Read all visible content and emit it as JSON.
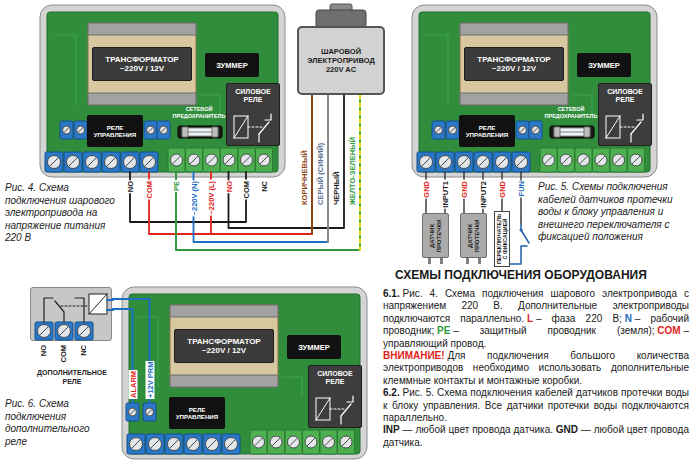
{
  "diagram": {
    "title": "СХЕМЫ ПОДКЛЮЧЕНИЯ ОБОРУДОВАНИЯ",
    "nodes": [
      {
        "text": [
          "ТРАНСФОРМАТОР ~220V / 12V"
        ]
      },
      {
        "text": [
          "ЗУММЕР"
        ]
      },
      {
        "text": [
          "СИЛОВОЕ РЕЛЕ"
        ]
      },
      {
        "text": [
          "РЕЛЕ УПРАВЛЕНИЯ"
        ]
      },
      {
        "text": [
          "ШАРОВОЙ ЭЛЕКТРОПРИВОД 220V AC"
        ]
      },
      {
        "text": [
          "ТРАНСФОРМАТОР ~220V / 12V"
        ]
      },
      {
        "text": [
          "ЗУММЕР"
        ]
      },
      {
        "text": [
          "СИЛОВОЕ РЕЛЕ"
        ]
      },
      {
        "text": [
          "РЕЛЕ УПРАВЛЕНИЯ"
        ]
      },
      {
        "text": [
          "ДАТЧИК ПРОТЕЧКИ"
        ]
      },
      {
        "text": [
          "ДАТЧИК ПРОТЕЧКИ"
        ]
      },
      {
        "text": [
          "ПЕРЕКЛЮЧАТЕЛЬ С ФИКСАЦИЕЙ"
        ]
      },
      {
        "text": [
          "ДОПОЛНИТЕЛЬНОЕ РЕЛЕ"
        ]
      },
      {
        "text": [
          "ТРАНСФОРМАТОР ~220V / 12V"
        ]
      },
      {
        "text": [
          "ЗУММЕР"
        ]
      },
      {
        "text": [
          "СИЛОВОЕ РЕЛЕ"
        ]
      },
      {
        "text": [
          "РЕЛЕ УПРАВЛЕНИЯ"
        ]
      }
    ],
    "labels": [
      "СЕТЕВОЙ ПРЕДОХРАНИТЕЛЬ",
      "NO",
      "COM",
      "PE",
      "~220V (N)",
      "~220V (L)",
      "NO",
      "COM",
      "NC",
      "КОРИЧНЕВЫЙ",
      "СЕРЫЙ (СИНИЙ)",
      "ЧЕРНЫЙ",
      "ЖЕЛТО-ЗЕЛЕНЫЙ",
      "Рис. 4. Схема подключения шарового электропривода на напряжение питания 220 В",
      "СЕТЕВОЙ ПРЕДОХРАНИТЕЛЬ",
      "GND",
      "INPUT1",
      "GND",
      "INPUT2",
      "GND",
      "FUN",
      "Рис. 5. Схемы подключения кабелей датчиков протечки воды к блоку управления и внешнего переключателя с фиксацией положения",
      "NO",
      "COM",
      "NC",
      "ALARM",
      "+12V PRM",
      "Рис. 6. Схема подключения дополнительного реле",
      "6.1.",
      "Рис. 4. Схема подключения шарового электропривода с напряжением 220 В. Дополнительные электроприводы подключаются параллельно.",
      "L",
      "– фаза 220 В;",
      "N",
      "– рабочий проводник;",
      "PE",
      "– защитный проводник (земля);",
      "COM",
      "– управляющий провод.",
      "ВНИМАНИЕ!",
      "Для подключения большого количества электроприводов необходимо использовать дополнительные клеммные контакты и монтажные коробки.",
      "6.2.",
      "Рис. 5. Схема подключения кабелей датчиков протечки воды к блоку управления. Все датчики протечки воды подключаются параллельно.",
      "INP",
      "— любой цвет провода датчика.",
      "GND",
      "— любой цвет провода датчика."
    ]
  }
}
